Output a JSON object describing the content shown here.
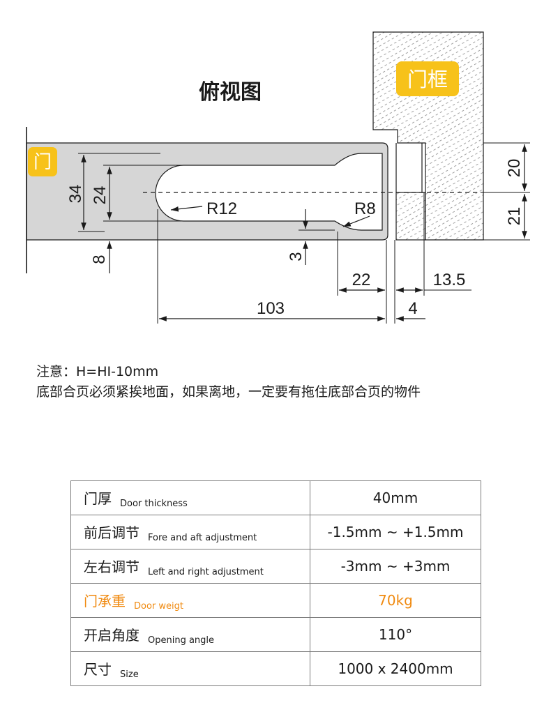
{
  "diagram": {
    "title": "俯视图",
    "label_frame": "门框",
    "label_door": "门",
    "dims": {
      "d34": "34",
      "d24": "24",
      "d8": "8",
      "r12": "R12",
      "r8": "R8",
      "d3": "3",
      "d22": "22",
      "d103": "103",
      "d4": "4",
      "d13_5": "13.5",
      "d20": "20",
      "d21": "21"
    },
    "colors": {
      "accent_yellow": "#f7c21a",
      "door_gray": "#d6d6d6",
      "frame_hatch": "#c9c9c9"
    }
  },
  "notes": {
    "line1": "注意：H=HI-10mm",
    "line2": "底部合页必须紧挨地面，如果离地，一定要有拖住底部合页的物件"
  },
  "specs": [
    {
      "zh": "门厚",
      "en": "Door thickness",
      "value": "40mm",
      "highlight": false
    },
    {
      "zh": "前后调节",
      "en": "Fore and aft adjustment",
      "value": "-1.5mm ~ +1.5mm",
      "highlight": false
    },
    {
      "zh": "左右调节",
      "en": "Left and right adjustment",
      "value": "-3mm ~ +3mm",
      "highlight": false
    },
    {
      "zh": "门承重",
      "en": "Door weigt",
      "value": "70kg",
      "highlight": true
    },
    {
      "zh": "开启角度",
      "en": "Opening angle",
      "value": "110°",
      "highlight": false
    },
    {
      "zh": "尺寸",
      "en": "Size",
      "value": "1000 x 2400mm",
      "highlight": false
    }
  ]
}
